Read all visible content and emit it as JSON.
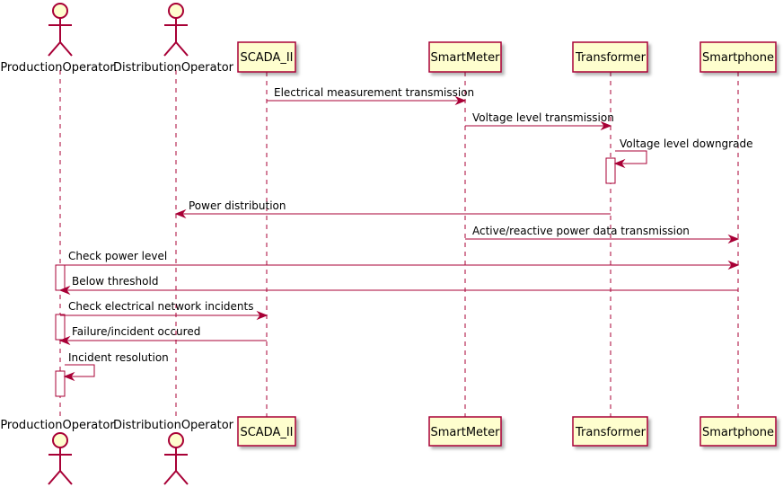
{
  "participants": {
    "production_operator": "ProductionOperator",
    "distribution_operator": "DistributionOperator",
    "scada": "SCADA_II",
    "smartmeter": "SmartMeter",
    "transformer": "Transformer",
    "smartphone": "Smartphone"
  },
  "messages": [
    "Electrical measurement transmission",
    "Voltage level transmission",
    "Voltage level downgrade",
    "Power distribution",
    "Active/reactive power data transmission",
    "Check power level",
    "Below threshold",
    "Check electrical network incidents",
    "Failure/incident occured",
    "Incident resolution"
  ],
  "colors": {
    "line": "#A80036",
    "box_fill": "#FEFECE"
  }
}
